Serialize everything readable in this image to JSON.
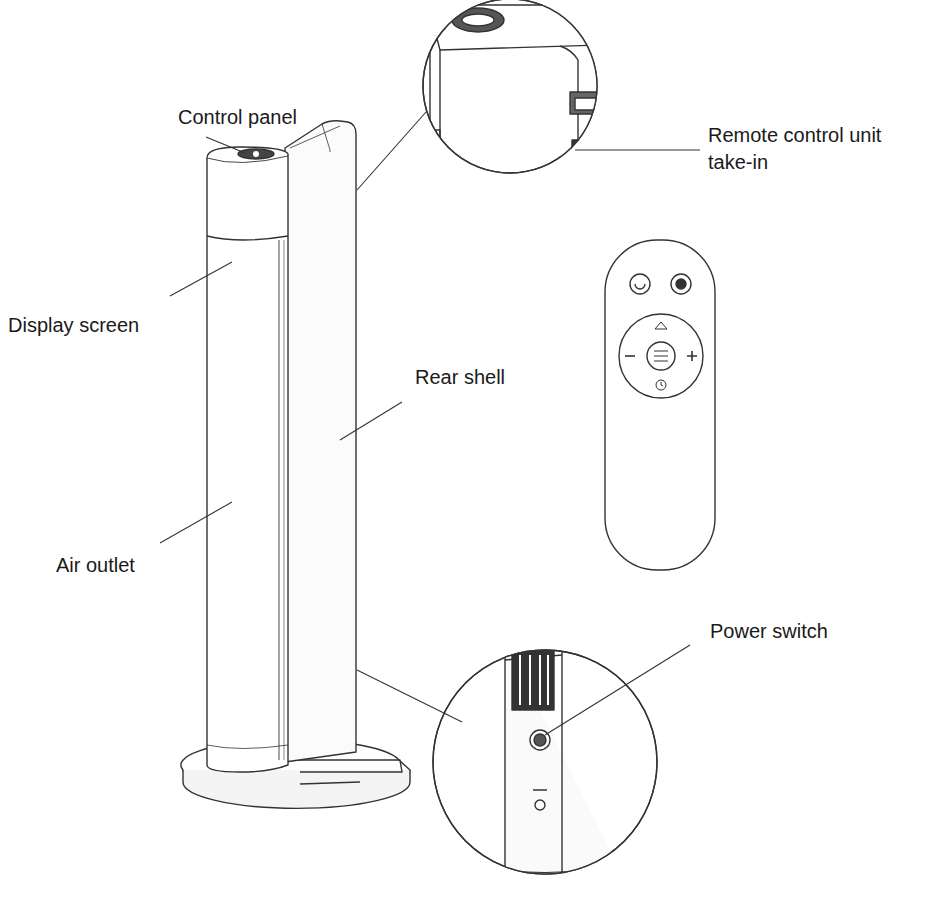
{
  "diagram": {
    "labels": [
      "Control panel",
      "Remote control unit take-in",
      "Display screen",
      "Rear shell",
      "Air outlet",
      "Power switch"
    ]
  }
}
